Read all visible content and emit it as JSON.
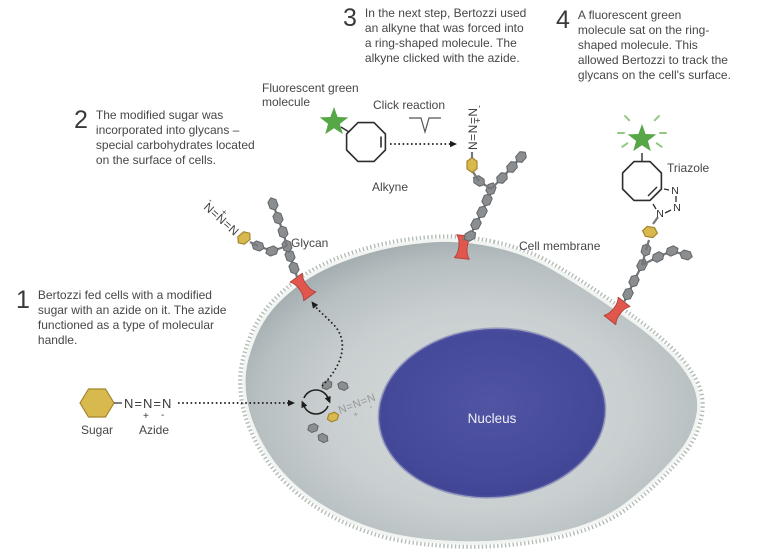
{
  "steps": [
    {
      "num": "1",
      "text": "Bertozzi fed cells with a modified\nsugar with an azide on it. The azide\nfunctioned as a type of molecular\nhandle."
    },
    {
      "num": "2",
      "text": "The modified sugar was\nincorporated into glycans –\nspecial carbohydrates located\non the surface of cells."
    },
    {
      "num": "3",
      "text": "In the next step, Bertozzi used\nan alkyne that was forced into\na ring-shaped molecule. The\nalkyne clicked with the azide."
    },
    {
      "num": "4",
      "text": "A fluorescent green\nmolecule sat on the ring-\nshaped molecule. This\nallowed Bertozzi to track the\nglycans on the cell's surface."
    }
  ],
  "labels": {
    "fluorescent": "Fluorescent green\nmolecule",
    "click_reaction": "Click reaction",
    "alkyne": "Alkyne",
    "triazole": "Triazole",
    "glycan": "Glycan",
    "cell_membrane": "Cell membrane",
    "nucleus": "Nucleus",
    "sugar": "Sugar",
    "azide": "Azide"
  },
  "formulas": {
    "azide": "N=N=N",
    "plus": "+",
    "minus": "-",
    "nitrogen": "N"
  },
  "colors": {
    "sugar_yellow": "#d8b94e",
    "sugar_outline": "#a5862f",
    "glycan_gray": "#8b8e90",
    "glycan_outline": "#626466",
    "anchor_red": "#e2574d",
    "star_green": "#57a647",
    "sparkle_green": "#93c783",
    "nucleus_blue": "#464a99",
    "membrane_tick": "#b3bdb6",
    "text": "#464646"
  }
}
